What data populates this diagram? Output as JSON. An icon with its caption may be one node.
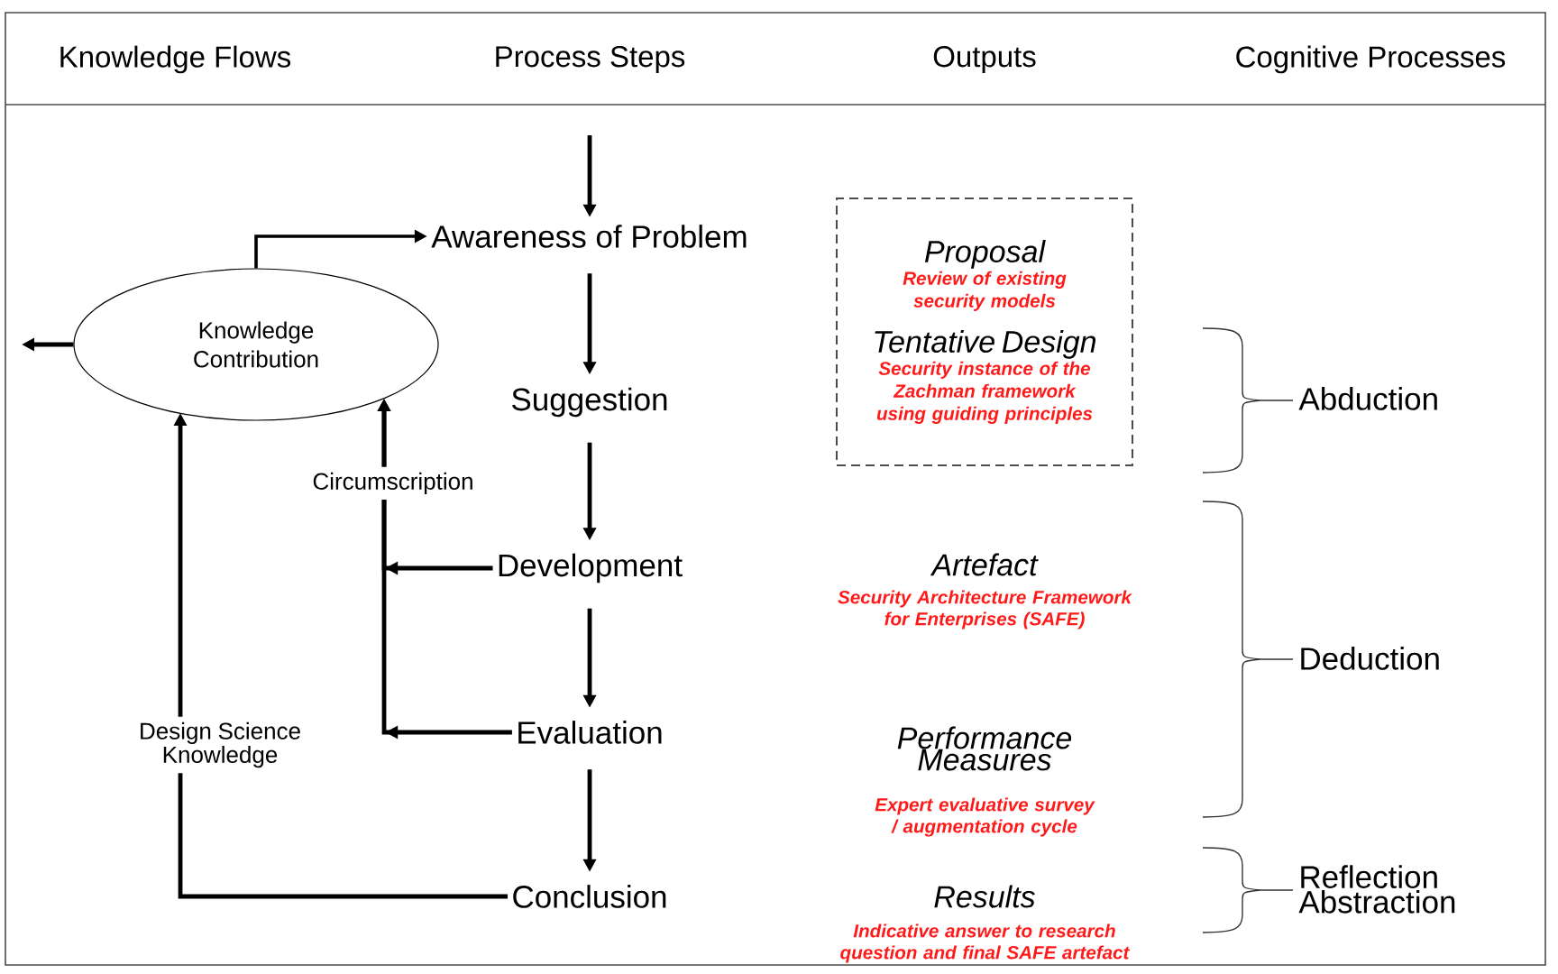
{
  "diagram": {
    "nodes": [
      {
        "text": [
          "Knowledge Contribution"
        ]
      },
      {
        "text": [
          "Awareness of Problem"
        ]
      },
      {
        "text": [
          "Suggestion"
        ]
      },
      {
        "text": [
          "Development"
        ]
      },
      {
        "text": [
          "Evaluation"
        ]
      },
      {
        "text": [
          "Conclusion"
        ]
      },
      {
        "text": [
          "Proposal",
          "Review of existing security models",
          "Tentative Design",
          "Security instance of the Zachman framework using guiding principles"
        ]
      }
    ],
    "edges": [
      {
        "from": null,
        "to": 1,
        "arrow": "to"
      },
      {
        "from": 0,
        "to": 1,
        "arrow": "to"
      },
      {
        "from": 1,
        "to": 2,
        "arrow": "to"
      },
      {
        "from": 2,
        "to": 3,
        "arrow": "to"
      },
      {
        "from": 3,
        "to": 4,
        "arrow": "to"
      },
      {
        "from": 4,
        "to": 5,
        "arrow": "to"
      },
      {
        "from": 3,
        "to": 0,
        "arrow": "to",
        "label": "Circumscription"
      },
      {
        "from": 4,
        "to": 0,
        "arrow": "to"
      },
      {
        "from": 5,
        "to": 0,
        "arrow": "to",
        "label": "Design Science Knowledge"
      },
      {
        "from": 0,
        "to": null,
        "arrow": "to"
      }
    ],
    "labels": [
      "Knowledge Flows",
      "Process Steps",
      "Outputs",
      "Cognitive Processes",
      "Artefact",
      "Security Architecture Framework for Enterprises (SAFE)",
      "Performance Measures",
      "Expert evaluative survey / augmentation cycle",
      "Results",
      "Indicative answer to research question and final SAFE artefact",
      "Abduction",
      "Deduction",
      "Reflection Abstraction"
    ]
  }
}
